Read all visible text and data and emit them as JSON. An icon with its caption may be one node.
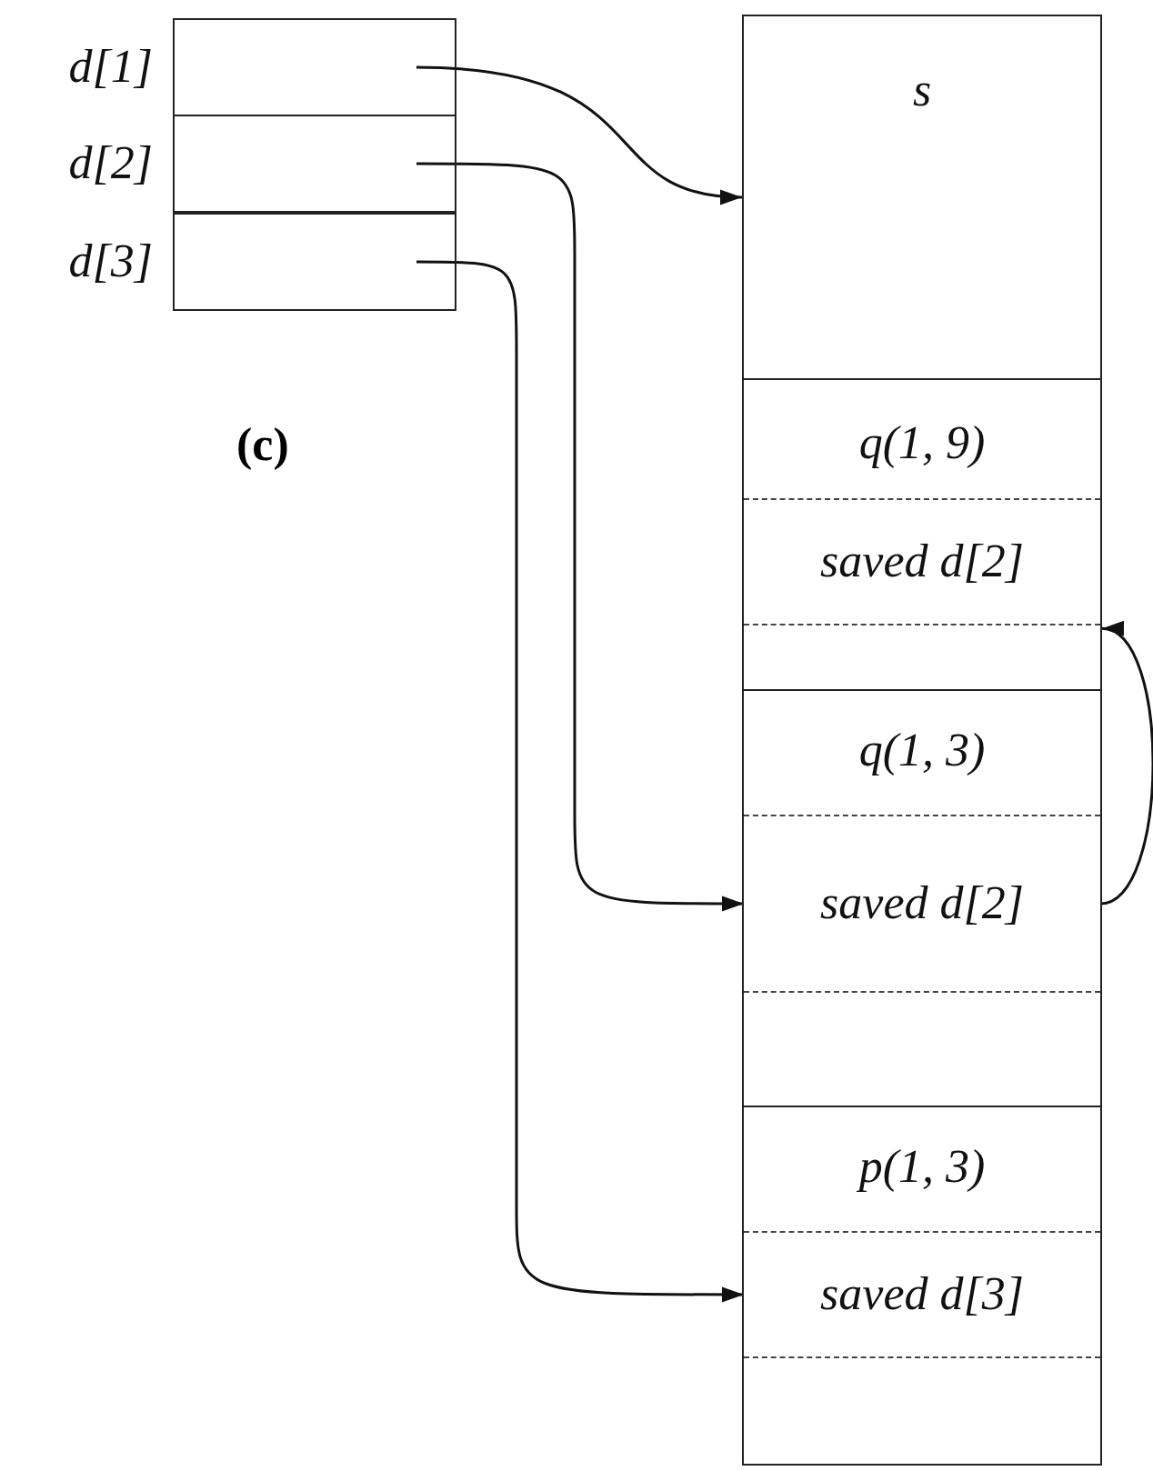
{
  "diagram": {
    "nodes": [
      {
        "text": [
          "d[1]"
        ]
      },
      {
        "text": [
          "d[2]"
        ]
      },
      {
        "text": [
          "d[3]"
        ]
      },
      {
        "text": [
          "s"
        ]
      },
      {
        "text": [
          "q(1, 9)"
        ]
      },
      {
        "text": [
          "saved d[2]"
        ],
        "in": 4
      },
      {
        "text": [
          "q(1, 3)"
        ]
      },
      {
        "text": [
          "saved d[2]"
        ],
        "in": 6
      },
      {
        "text": [
          "p(1, 3)"
        ]
      },
      {
        "text": [
          "saved d[3]"
        ],
        "in": 8
      }
    ],
    "edges": [
      {
        "from": 0,
        "to": 3,
        "arrow": "to"
      },
      {
        "from": 1,
        "to": 7,
        "arrow": "to"
      },
      {
        "from": 2,
        "to": 9,
        "arrow": "to"
      },
      {
        "from": 7,
        "to": 4,
        "arrow": "to"
      }
    ],
    "labels": [
      "(c)"
    ]
  }
}
